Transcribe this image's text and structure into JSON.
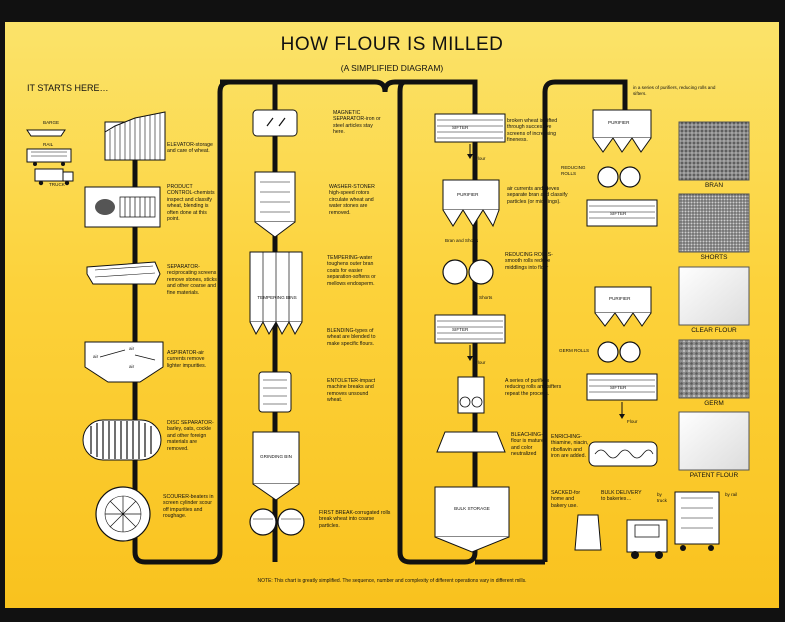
{
  "title": "HOW FLOUR IS MILLED",
  "subtitle": "(A SIMPLIFIED DIAGRAM)",
  "starts_here": "IT STARTS HERE…",
  "transport": {
    "barge": "BARGE",
    "rail": "RAIL",
    "truck": "TRUCK"
  },
  "steps_col1": [
    {
      "text": "ELEVATOR-storage and care of wheat."
    },
    {
      "text": "PRODUCT CONTROL-chemists inspect and classify wheat, blending is often done at this point."
    },
    {
      "text": "SEPARATOR-reciprocating screens remove stones, sticks and other coarse and fine materials."
    },
    {
      "text": "ASPIRATOR-air currents remove lighter impurities."
    },
    {
      "text": "DISC SEPARATOR-barley, oats, cockle and other foreign materials are removed."
    },
    {
      "text": "SCOURER-beaters in screen cylinder scour off impurities and roughage."
    }
  ],
  "aspirator_air": [
    "air",
    "air",
    "air"
  ],
  "steps_col2": [
    {
      "text": "MAGNETIC SEPARATOR-iron or steel articles stay here."
    },
    {
      "text": "WASHER-STONER high-speed rotors circulate wheat and water stones are removed."
    },
    {
      "text": "TEMPERING-water toughens outer bran coats for easier separation-softens or mellows endosperm."
    },
    {
      "text": "BLENDING-types of wheat are blended to make specific flours."
    },
    {
      "text": "ENTOLETER-impact machine breaks and removes unsound wheat."
    },
    {
      "text": "FIRST BREAK-corrugated rolls break wheat into coarse particles."
    }
  ],
  "bins": {
    "tempering": "TEMPERING BINS",
    "grinding": "GRINDING BIN",
    "bulk": "BULK STORAGE"
  },
  "steps_col3": [
    {
      "text": "broken wheat is sifted through successive screens of increasing fineness."
    },
    {
      "text": "air currents and sieves separate bran and classify particles (or middlings)."
    },
    {
      "text": "REDUCING ROLLS-smooth rolls reduce middlings into flour"
    },
    {
      "text": "A series of purifiers reducing rolls and sifters repeat the process."
    },
    {
      "text": "BLEACHING-flour is matured and color neutralized"
    }
  ],
  "machine_labels": {
    "sifter": "SIFTER",
    "purifier": "PURIFIER",
    "flour": "Flour",
    "bran_shorts": "Bran and Shorts",
    "shorts": "Shorts",
    "reducing_rolls": "REDUCING ROLLS",
    "germ_rolls": "GERM ROLLS"
  },
  "col4": {
    "series_note": "in a series of purifiers, reducing rolls and sifters.",
    "enriching": "ENRICHING-thiamine, niacin, riboflavin and iron are added.",
    "sacked": "SACKED-for home and bakery use.",
    "bulk_delivery": "BULK DELIVERY to bakeries…",
    "by_truck": "by truck",
    "by_rail": "by rail"
  },
  "products": [
    "BRAN",
    "SHORTS",
    "CLEAR FLOUR",
    "GERM",
    "PATENT FLOUR"
  ],
  "note": "NOTE: This chart is greatly simplified. The sequence, number and complexity of different operations vary in different mills.",
  "colors": {
    "background_top": "#fbe36a",
    "background_bottom": "#f9c21e",
    "pipe": "#111111",
    "machine_fill": "#ffffff"
  }
}
